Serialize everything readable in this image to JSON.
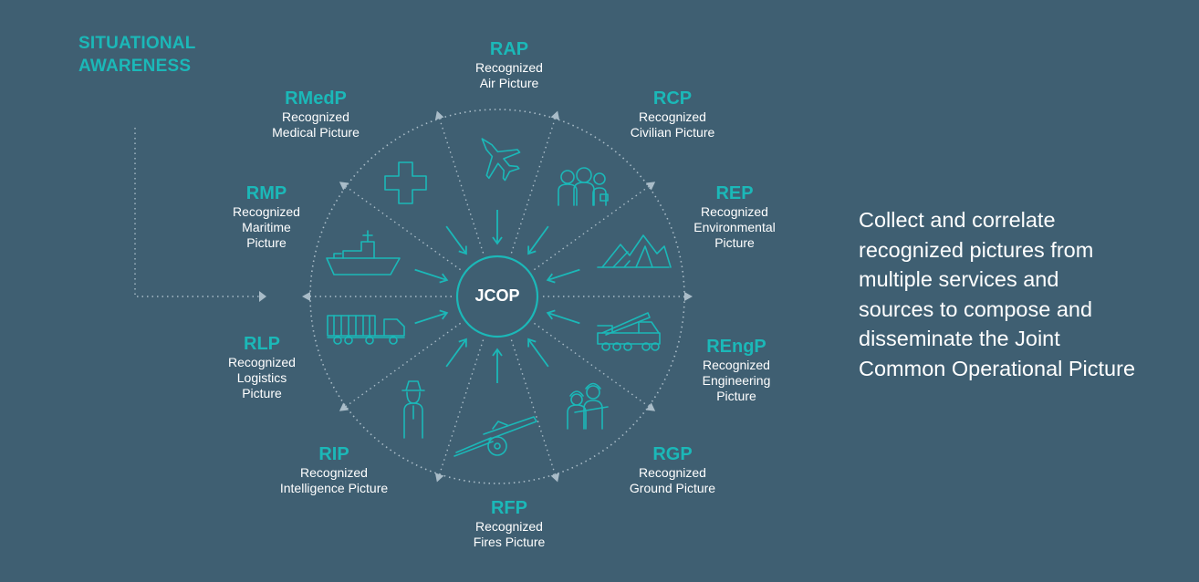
{
  "heading": {
    "line1": "SITUATIONAL",
    "line2": "AWARENESS"
  },
  "center": {
    "label": "JCOP"
  },
  "segments": [
    {
      "abbr": "RAP",
      "lines": [
        "Recognized",
        "Air Picture"
      ],
      "icon": "fighter-jet-icon"
    },
    {
      "abbr": "RCP",
      "lines": [
        "Recognized",
        "Civilian Picture"
      ],
      "icon": "civilians-icon"
    },
    {
      "abbr": "REP",
      "lines": [
        "Recognized",
        "Environmental",
        "Picture"
      ],
      "icon": "mountains-icon"
    },
    {
      "abbr": "REngP",
      "lines": [
        "Recognized",
        "Engineering",
        "Picture"
      ],
      "icon": "crane-truck-icon"
    },
    {
      "abbr": "RGP",
      "lines": [
        "Recognized",
        "Ground Picture"
      ],
      "icon": "soldiers-icon"
    },
    {
      "abbr": "RFP",
      "lines": [
        "Recognized",
        "Fires Picture"
      ],
      "icon": "artillery-icon"
    },
    {
      "abbr": "RIP",
      "lines": [
        "Recognized",
        "Intelligence Picture"
      ],
      "icon": "spy-icon"
    },
    {
      "abbr": "RLP",
      "lines": [
        "Recognized",
        "Logistics",
        "Picture"
      ],
      "icon": "cargo-truck-icon"
    },
    {
      "abbr": "RMP",
      "lines": [
        "Recognized",
        "Maritime",
        "Picture"
      ],
      "icon": "warship-icon"
    },
    {
      "abbr": "RMedP",
      "lines": [
        "Recognized",
        "Medical Picture"
      ],
      "icon": "medical-cross-icon"
    }
  ],
  "description": {
    "lines": [
      "Collect and correlate",
      "recognized pictures from",
      "multiple services and",
      "sources to compose and",
      "disseminate the Joint",
      "Common Operational Picture"
    ]
  },
  "colors": {
    "background": "#3f5f72",
    "accent": "#1bb8b8",
    "text": "#ffffff",
    "dotted": "#a9bcc8"
  }
}
